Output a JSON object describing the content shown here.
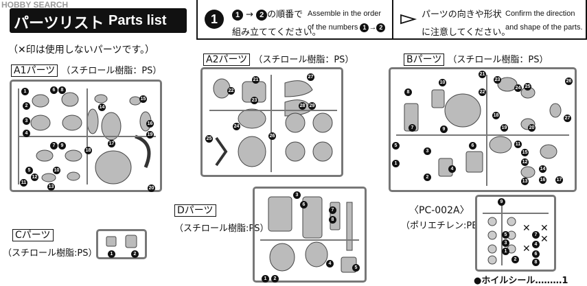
{
  "watermark": "HOBBY SEARCH",
  "title": {
    "jp": "パーツリスト",
    "en": "Parts list"
  },
  "note_unused": "（✕印は使用しないパーツです。）",
  "instructions": {
    "step_num": "1",
    "jp_line1": "の順番で",
    "jp_line2": "組み立ててください。",
    "en_line1": "Assemble in the order",
    "en_line2": "of the numbers",
    "dir_jp_line1": "パーツの向きや形状",
    "dir_jp_line2": "に注意してください。",
    "dir_en_line1": "Confirm the direction",
    "dir_en_line2": "and shape of the parts."
  },
  "sections": {
    "a1": {
      "name": "A1パーツ",
      "material": "（スチロール樹脂：PS）"
    },
    "a2": {
      "name": "A2パーツ",
      "material": "（スチロール樹脂：PS）"
    },
    "b": {
      "name": "Bパーツ",
      "material": "（スチロール樹脂：PS）"
    },
    "c": {
      "name": "Cパーツ",
      "material": "（スチロール樹脂:PS）"
    },
    "d": {
      "name": "Dパーツ",
      "material": "（スチロール樹脂:PS）"
    },
    "pc": {
      "name": "〈PC-002A〉",
      "material": "（ポリエチレン:PE）"
    }
  },
  "sticker": {
    "label": "●ホイルシール………1"
  },
  "parts_numbers": {
    "a1": [
      "1",
      "6",
      "8",
      "2",
      "3",
      "4",
      "7",
      "9",
      "5",
      "10",
      "11",
      "12",
      "13",
      "14",
      "15",
      "16",
      "17",
      "18",
      "19",
      "20"
    ],
    "a2": [
      "21",
      "22",
      "23",
      "24",
      "25",
      "26",
      "27",
      "28",
      "29"
    ],
    "b": [
      "1",
      "2",
      "3",
      "4",
      "5",
      "6",
      "7",
      "8",
      "9",
      "10",
      "11",
      "12",
      "13",
      "14",
      "15",
      "16",
      "17",
      "18",
      "19",
      "20",
      "21",
      "22",
      "23",
      "24",
      "25",
      "26",
      "27"
    ],
    "c": [
      "1",
      "2"
    ],
    "d": [
      "1",
      "2",
      "3",
      "4",
      "5",
      "6",
      "7",
      "8"
    ],
    "pc": [
      "1",
      "2",
      "3",
      "4",
      "5",
      "6",
      "7",
      "8",
      "9"
    ]
  }
}
